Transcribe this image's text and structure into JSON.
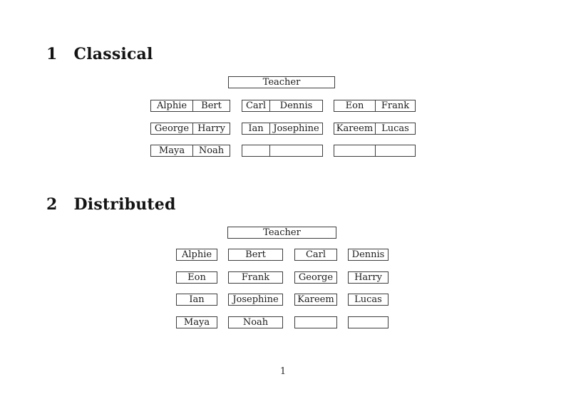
{
  "colors": {
    "background": "#ffffff",
    "ink": "#1b1b1b",
    "border": "#3d3d3d"
  },
  "page": {
    "number": "1"
  },
  "sections": [
    {
      "number": "1",
      "title": "Classical"
    },
    {
      "number": "2",
      "title": "Distributed"
    }
  ],
  "classical": {
    "teacher_label": "Teacher",
    "rows": [
      {
        "desks": [
          {
            "left": "Alphie",
            "right": "Bert"
          },
          {
            "left": "Carl",
            "right": "Dennis"
          },
          {
            "left": "Eon",
            "right": "Frank"
          }
        ]
      },
      {
        "desks": [
          {
            "left": "George",
            "right": "Harry"
          },
          {
            "left": "Ian",
            "right": "Josephine"
          },
          {
            "left": "Kareem",
            "right": "Lucas"
          }
        ]
      },
      {
        "desks": [
          {
            "left": "Maya",
            "right": "Noah"
          },
          {
            "left": "",
            "right": ""
          },
          {
            "left": "",
            "right": ""
          }
        ]
      }
    ]
  },
  "distributed": {
    "teacher_label": "Teacher",
    "rows": [
      {
        "seats": [
          "Alphie",
          "Bert",
          "Carl",
          "Dennis"
        ]
      },
      {
        "seats": [
          "Eon",
          "Frank",
          "George",
          "Harry"
        ]
      },
      {
        "seats": [
          "Ian",
          "Josephine",
          "Kareem",
          "Lucas"
        ]
      },
      {
        "seats": [
          "Maya",
          "Noah",
          "",
          ""
        ]
      }
    ]
  }
}
